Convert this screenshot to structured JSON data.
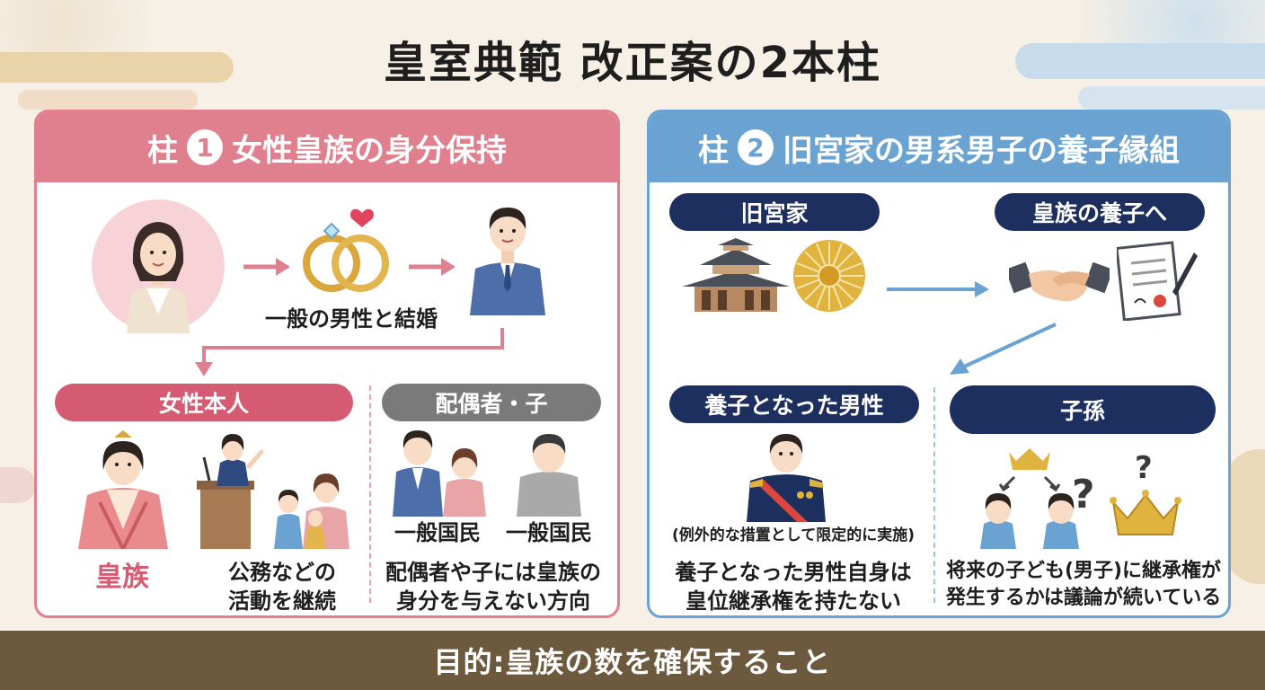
{
  "title": "皇室典範 改正案の2本柱",
  "pillar1": {
    "prefix": "柱",
    "number": "1",
    "title": "女性皇族の身分保持",
    "marriage_label": "一般の男性と結婚",
    "woman_pill": "女性本人",
    "spouse_pill": "配偶者・子",
    "royal_label": "皇族",
    "duty_label": [
      "公務などの",
      "活動を継続"
    ],
    "citizen_label_1": "一般国民",
    "citizen_label_2": "一般国民",
    "spouse_note": [
      "配偶者や子には皇族の",
      "身分を与えない方向"
    ]
  },
  "pillar2": {
    "prefix": "柱",
    "number": "2",
    "title": "旧宮家の男系男子の養子縁組",
    "former_house_pill": "旧宮家",
    "adoption_pill": "皇族の養子へ",
    "adopted_pill": "養子となった男性",
    "descendants_pill": "子孫",
    "exception_note": "(例外的な措置として限定的に実施)",
    "adopted_note": [
      "養子となった男性自身は",
      "皇位継承権を持たない"
    ],
    "descendants_note": [
      "将来の子ども(男子)に継承権が",
      "発生するかは議論が続いている"
    ],
    "question_mark_1": "?",
    "question_mark_2": "?"
  },
  "footer": "目的:皇族の数を確保すること",
  "colors": {
    "pink": "#e07f8e",
    "pink_dark": "#d55b72",
    "blue": "#6aa3d1",
    "navy": "#1d2f5e",
    "gray": "#7a7a7a",
    "footer": "#6d5a3e",
    "gold": "#d9a73b"
  }
}
